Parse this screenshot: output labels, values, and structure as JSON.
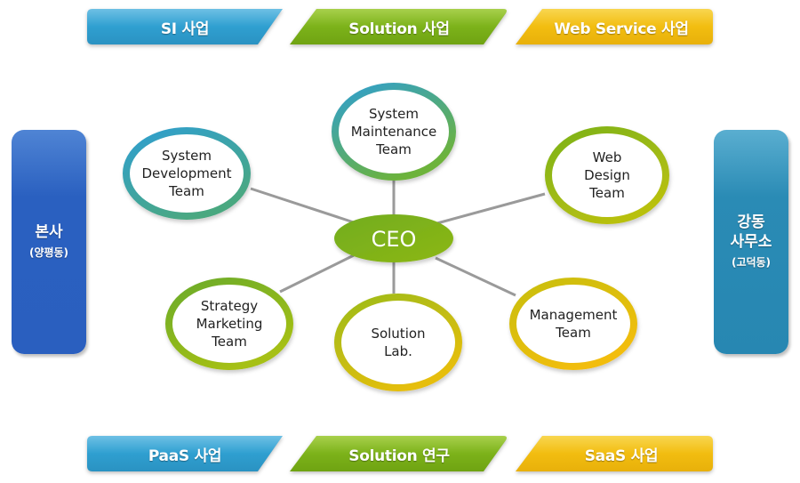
{
  "top_banners": [
    {
      "label": "SI 사업",
      "color": "#2f9fd0"
    },
    {
      "label": "Solution 사업",
      "color": "#7cb21a"
    },
    {
      "label": "Web Service 사업",
      "color": "#f2bd10"
    }
  ],
  "bottom_banners": [
    {
      "label": "PaaS 사업",
      "color": "#2f9fd0"
    },
    {
      "label": "Solution 연구",
      "color": "#7cb21a"
    },
    {
      "label": "SaaS 사업",
      "color": "#f2bd10"
    }
  ],
  "left_office": {
    "name": "본사",
    "location": "(양평동)",
    "color": "#2a60c0"
  },
  "right_office": {
    "name_line1": "강동",
    "name_line2": "사무소",
    "location": "(고덕동)",
    "color": "#2a8bb5"
  },
  "center": {
    "label": "CEO",
    "color": "#80b320"
  },
  "teams": [
    {
      "lines": [
        "System",
        "Development",
        "Team"
      ],
      "ring_from": "#2f9fd0",
      "ring_to": "#4aa880"
    },
    {
      "lines": [
        "System",
        "Maintenance",
        "Team"
      ],
      "ring_from": "#2f9fd0",
      "ring_to": "#6db33a"
    },
    {
      "lines": [
        "Web",
        "Design",
        "Team"
      ],
      "ring_from": "#7cb21a",
      "ring_to": "#b8c010"
    },
    {
      "lines": [
        "Strategy",
        "Marketing",
        "Team"
      ],
      "ring_from": "#6aab2a",
      "ring_to": "#a6c014"
    },
    {
      "lines": [
        "Solution",
        "Lab."
      ],
      "ring_from": "#9cbb14",
      "ring_to": "#e6be10"
    },
    {
      "lines": [
        "Management",
        "Team"
      ],
      "ring_from": "#c8bf10",
      "ring_to": "#f2bd10"
    }
  ],
  "connector_color": "#9a9a9a"
}
